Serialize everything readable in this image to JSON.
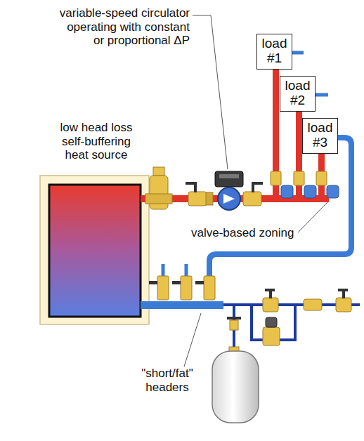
{
  "diagram": {
    "nodes": [
      {
        "text": [
          "load #1"
        ]
      },
      {
        "text": [
          "load #2"
        ]
      },
      {
        "text": [
          "load #3"
        ]
      }
    ],
    "labels": [
      "variable-speed circulator operating with constant or proportional ΔP",
      "low head loss self-buffering heat source",
      "valve-based zoning",
      "\"short/fat\" headers"
    ]
  }
}
